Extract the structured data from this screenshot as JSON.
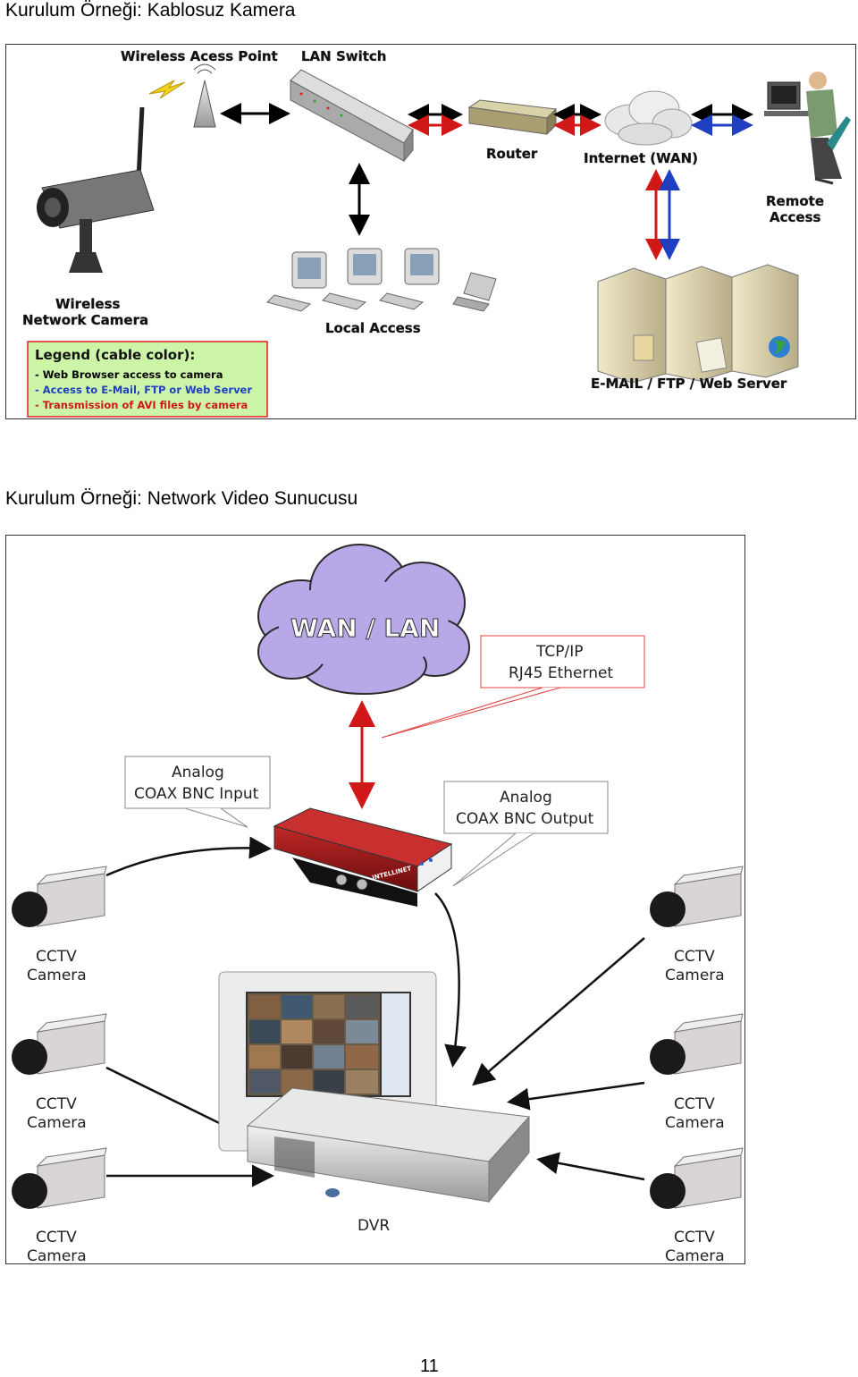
{
  "section1": {
    "title": "Kurulum Örneği: Kablosuz Kamera",
    "labels": {
      "access_point": "Wireless Acess Point",
      "lan_switch": "LAN Switch",
      "router": "Router",
      "internet": "Internet (WAN)",
      "remote_access_line1": "Remote",
      "remote_access_line2": "Access",
      "camera_line1": "Wireless",
      "camera_line2": "Network Camera",
      "local_access": "Local Access",
      "servers": "E-MAIL / FTP / Web Server"
    },
    "legend": {
      "title": "Legend (cable color):",
      "items": [
        {
          "text": "- Web Browser access to camera",
          "color": "#000000"
        },
        {
          "text": "- Access to E-Mail, FTP or Web Server",
          "color": "#1f3fc0"
        },
        {
          "text": "- Transmission of AVI files by camera",
          "color": "#d01818"
        }
      ],
      "background": "#ccf5a8",
      "border": "#e02020"
    }
  },
  "section2": {
    "title": "Kurulum Örneği: Network Video Sunucusu",
    "labels": {
      "cloud": "WAN / LAN",
      "tcp_line1": "TCP/IP",
      "tcp_line2": "RJ45 Ethernet",
      "input_line1": "Analog",
      "input_line2": "COAX BNC Input",
      "output_line1": "Analog",
      "output_line2": "COAX BNC Output",
      "device_brand": "INTELLINET",
      "cctv_line1": "CCTV",
      "cctv_line2": "Camera",
      "dvr": "DVR"
    }
  },
  "colors": {
    "red_cable": "#d01818",
    "blue_cable": "#1f3fc0",
    "cloud": "#b8a8e8",
    "device_red": "#a01818"
  },
  "page_number": "11"
}
